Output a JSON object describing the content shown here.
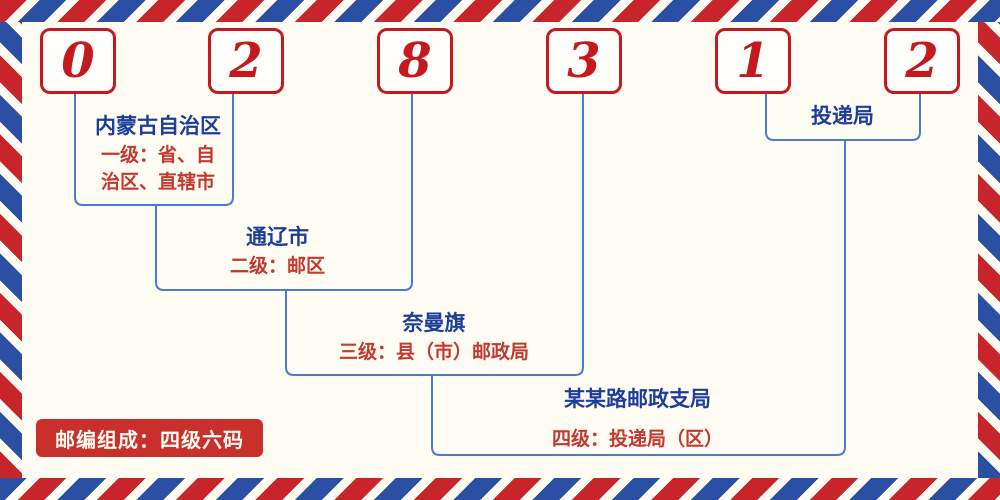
{
  "postal_code": {
    "digits": [
      "0",
      "2",
      "8",
      "3",
      "1",
      "2"
    ]
  },
  "annotations": {
    "level1": {
      "title": "内蒙古自治区",
      "desc": "一级：省、自治区、直辖市"
    },
    "level2": {
      "title": "通辽市",
      "desc": "二级：邮区"
    },
    "level3": {
      "title": "奈曼旗",
      "desc": "三级：县（市）邮政局"
    },
    "delivery": {
      "title": "投递局"
    },
    "level4": {
      "title": "某某路邮政支局",
      "desc": "四级：投递局（区）"
    }
  },
  "footer": {
    "note": "邮编组成：四级六码"
  },
  "colors": {
    "digit_red": "#c41a1f",
    "label_blue": "#1c3e9a",
    "desc_red": "#c03a32",
    "line_blue": "#4a7bd0",
    "stripe_red": "#c8242b",
    "stripe_blue": "#2b4fa2",
    "badge_red": "#c9302c",
    "background": "#fffdf3"
  }
}
